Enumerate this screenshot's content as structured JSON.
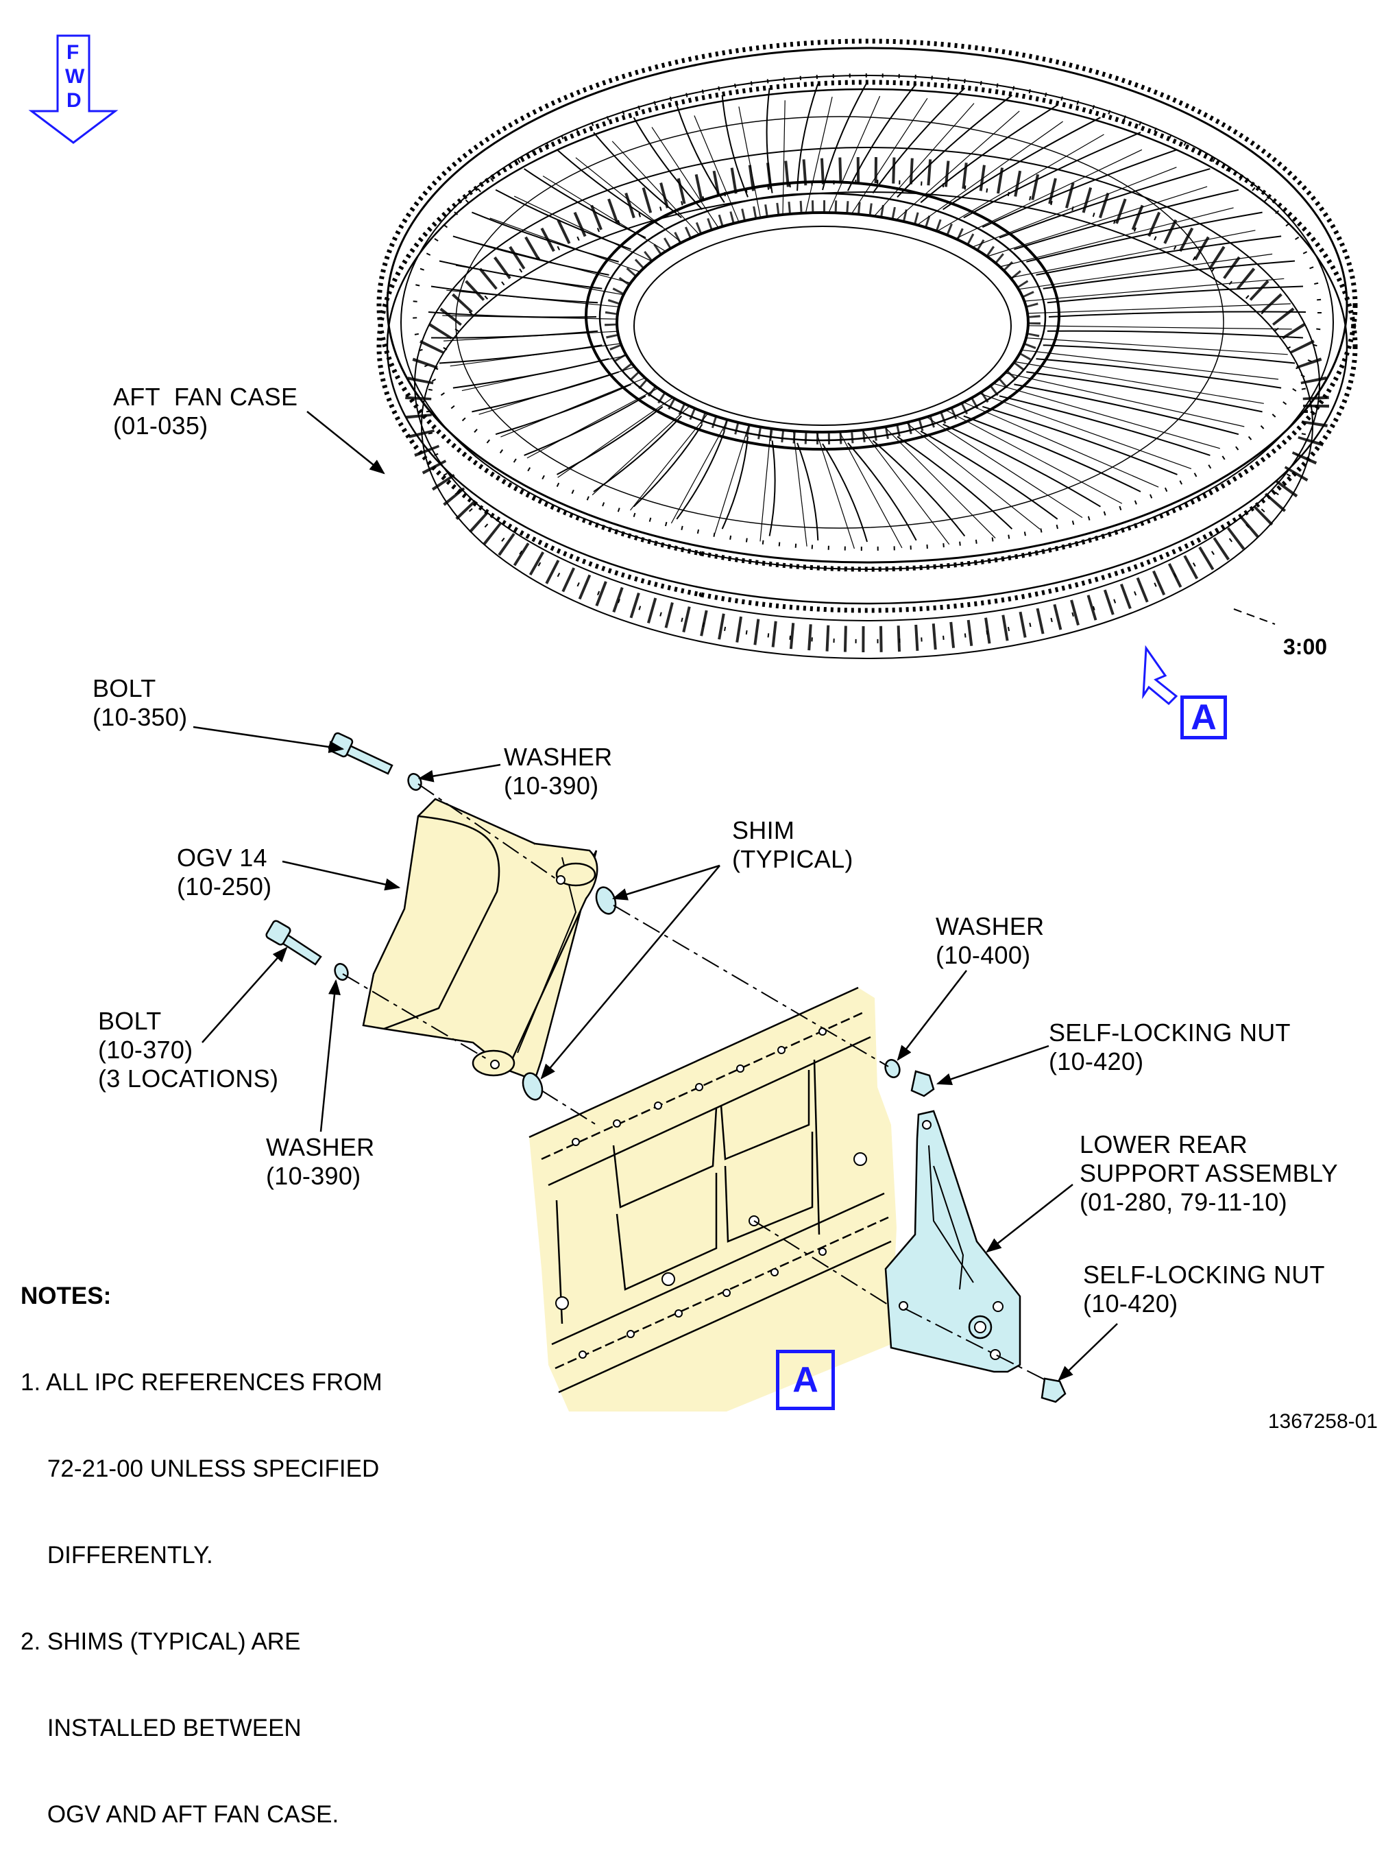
{
  "fwd_indicator": {
    "letters": [
      "F",
      "W",
      "D"
    ],
    "color": "#1a1aff"
  },
  "view_marker": {
    "letter": "A",
    "color": "#1a1aff"
  },
  "clock_position": "3:00",
  "figure_number": "1367258-01",
  "callouts": {
    "aft_fan_case": [
      "AFT  FAN CASE",
      "(01-035)"
    ],
    "bolt_upper": [
      "BOLT",
      "(10-350)"
    ],
    "washer_upper": [
      "WASHER",
      "(10-390)"
    ],
    "ogv": [
      "OGV 14",
      "(10-250)"
    ],
    "shim": [
      "SHIM",
      "(TYPICAL)"
    ],
    "washer_400": [
      "WASHER",
      "(10-400)"
    ],
    "self_locking_nut_upper": [
      "SELF-LOCKING NUT",
      "(10-420)"
    ],
    "bolt_lower": [
      "BOLT",
      "(10-370)",
      "(3 LOCATIONS)"
    ],
    "washer_lower": [
      "WASHER",
      "(10-390)"
    ],
    "lower_rear_support": [
      "LOWER REAR",
      "SUPPORT ASSEMBLY",
      "(01-280, 79-11-10)"
    ],
    "self_locking_nut_lower": [
      "SELF-LOCKING NUT",
      "(10-420)"
    ]
  },
  "notes": {
    "title": "NOTES:",
    "items": [
      [
        "1. ALL IPC REFERENCES FROM",
        "    72-21-00 UNLESS SPECIFIED",
        "    DIFFERENTLY."
      ],
      [
        "2. SHIMS (TYPICAL) ARE",
        "    INSTALLED BETWEEN",
        "    OGV AND AFT FAN CASE."
      ]
    ]
  },
  "colors": {
    "ogv_fill": "#fbf4c8",
    "case_fill": "#fbf4c8",
    "support_fill": "#cdeef2",
    "hardware_fill": "#cdeef2"
  }
}
